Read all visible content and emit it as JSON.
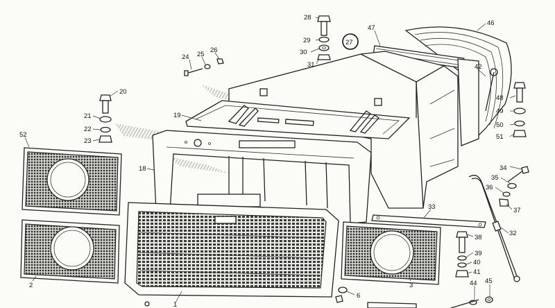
{
  "callouts": [
    {
      "id": "c28",
      "text": "28"
    },
    {
      "id": "c29",
      "text": "29"
    },
    {
      "id": "c30",
      "text": "30"
    },
    {
      "id": "c31",
      "text": "31"
    },
    {
      "id": "c27",
      "text": "27"
    },
    {
      "id": "c47",
      "text": "47"
    },
    {
      "id": "c46",
      "text": "46"
    },
    {
      "id": "c24",
      "text": "24"
    },
    {
      "id": "c25",
      "text": "25"
    },
    {
      "id": "c26",
      "text": "26"
    },
    {
      "id": "c42",
      "text": "42"
    },
    {
      "id": "c48",
      "text": "48"
    },
    {
      "id": "c49",
      "text": "49"
    },
    {
      "id": "c50",
      "text": "50"
    },
    {
      "id": "c51",
      "text": "51"
    },
    {
      "id": "c20",
      "text": "20"
    },
    {
      "id": "c21",
      "text": "21"
    },
    {
      "id": "c22",
      "text": "22"
    },
    {
      "id": "c23",
      "text": "23"
    },
    {
      "id": "c19",
      "text": "19"
    },
    {
      "id": "c52",
      "text": "52"
    },
    {
      "id": "c18",
      "text": "18"
    },
    {
      "id": "c34",
      "text": "34"
    },
    {
      "id": "c35",
      "text": "35"
    },
    {
      "id": "c36",
      "text": "36"
    },
    {
      "id": "c37",
      "text": "37"
    },
    {
      "id": "c33",
      "text": "33"
    },
    {
      "id": "c32",
      "text": "32"
    },
    {
      "id": "c38",
      "text": "38"
    },
    {
      "id": "c39",
      "text": "39"
    },
    {
      "id": "c40",
      "text": "40"
    },
    {
      "id": "c41",
      "text": "41"
    },
    {
      "id": "c2",
      "text": "2"
    },
    {
      "id": "c3",
      "text": "3"
    },
    {
      "id": "c1",
      "text": "1"
    },
    {
      "id": "c6",
      "text": "6"
    },
    {
      "id": "c44",
      "text": "44"
    },
    {
      "id": "c45",
      "text": "45"
    }
  ]
}
